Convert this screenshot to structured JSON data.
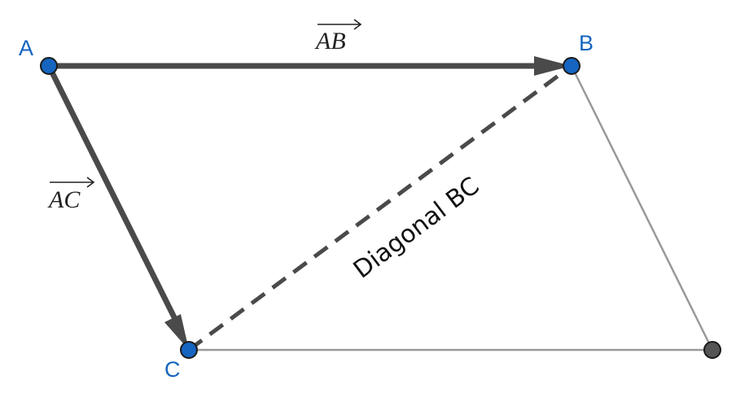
{
  "diagram": {
    "points": {
      "A": {
        "label": "A",
        "color": "#1565c0"
      },
      "B": {
        "label": "B",
        "color": "#1565c0"
      },
      "C": {
        "label": "C",
        "color": "#1565c0"
      },
      "D": {
        "color": "#555555"
      }
    },
    "vectors": {
      "AB": {
        "label": "AB"
      },
      "AC": {
        "label": "AC"
      }
    },
    "diagonal": {
      "label": "Diagonal BC"
    },
    "colors": {
      "vector": "#4a4a4a",
      "side": "#999999",
      "point_outline": "#1a1a1a"
    }
  }
}
